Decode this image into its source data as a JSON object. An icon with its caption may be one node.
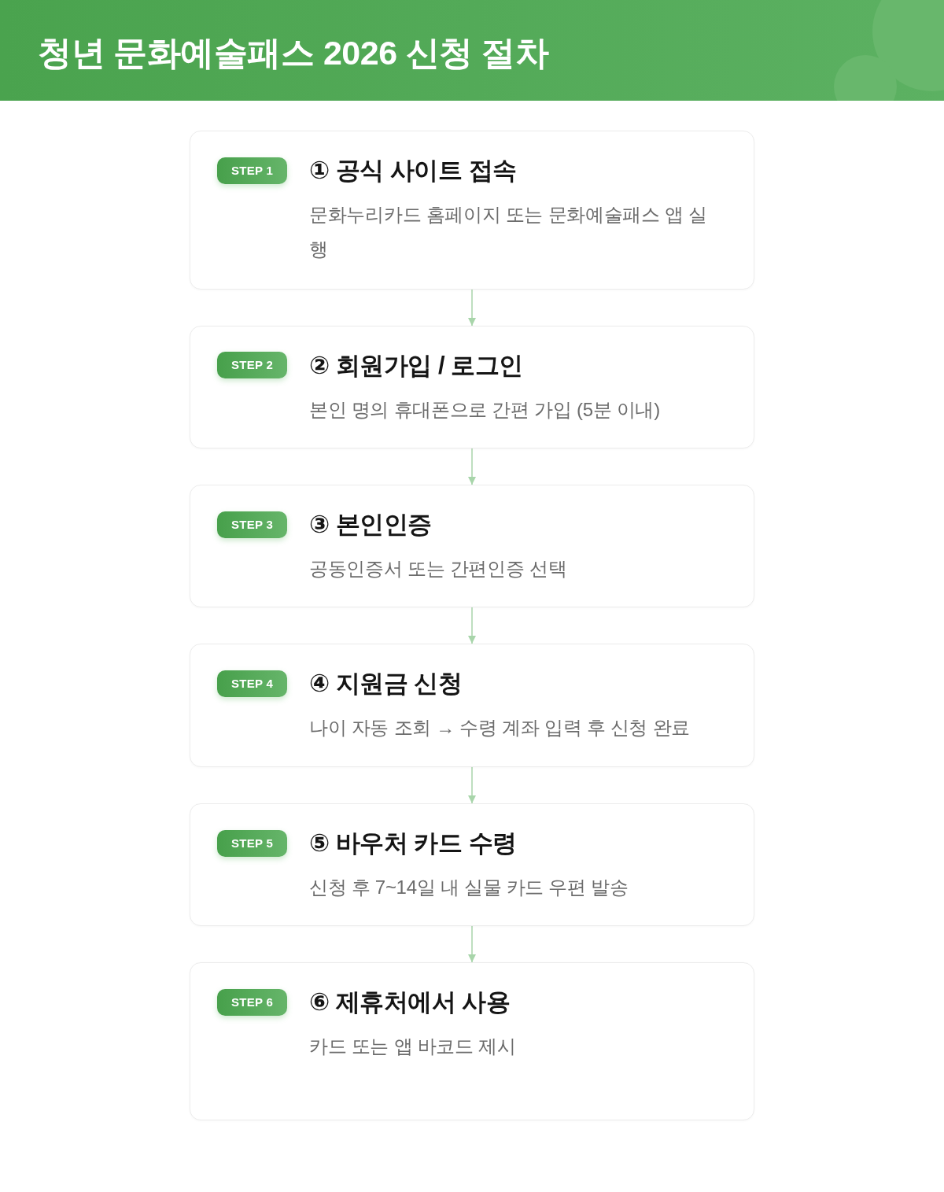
{
  "diagram": {
    "title": "청년 문화예술패스 2026 신청 절차",
    "nodes": [
      {
        "text": [
          "① 공식 사이트 접속",
          "문화누리카드 홈페이지 또는 문화예술패스 앱 실행"
        ]
      },
      {
        "text": [
          "STEP 1"
        ],
        "in": 0
      },
      {
        "text": [
          "② 회원가입 / 로그인",
          "본인 명의 휴대폰으로 간편 가입 (5분 이내)"
        ]
      },
      {
        "text": [
          "STEP 2"
        ],
        "in": 2
      },
      {
        "text": [
          "③ 본인인증",
          "공동인증서 또는 간편인증 선택"
        ]
      },
      {
        "text": [
          "STEP 3"
        ],
        "in": 4
      },
      {
        "text": [
          "④ 지원금 신청",
          "나이 자동 조회 → 수령 계좌 입력 후 신청 완료"
        ]
      },
      {
        "text": [
          "STEP 4"
        ],
        "in": 6
      },
      {
        "text": [
          "⑤ 바우처 카드 수령",
          "신청 후 7~14일 내 실물 카드 우편 발송"
        ]
      },
      {
        "text": [
          "STEP 5"
        ],
        "in": 8
      },
      {
        "text": [
          "⑥ 제휴처에서 사용",
          "카드 또는 앱 바코드 제시"
        ]
      },
      {
        "text": [
          "STEP 6"
        ],
        "in": 10
      }
    ],
    "edges": [
      {
        "from": 0,
        "to": 2,
        "arrow": "to"
      },
      {
        "from": 2,
        "to": 4,
        "arrow": "to"
      },
      {
        "from": 4,
        "to": 6,
        "arrow": "to"
      },
      {
        "from": 6,
        "to": 8,
        "arrow": "to"
      },
      {
        "from": 8,
        "to": 10,
        "arrow": "to"
      }
    ]
  }
}
